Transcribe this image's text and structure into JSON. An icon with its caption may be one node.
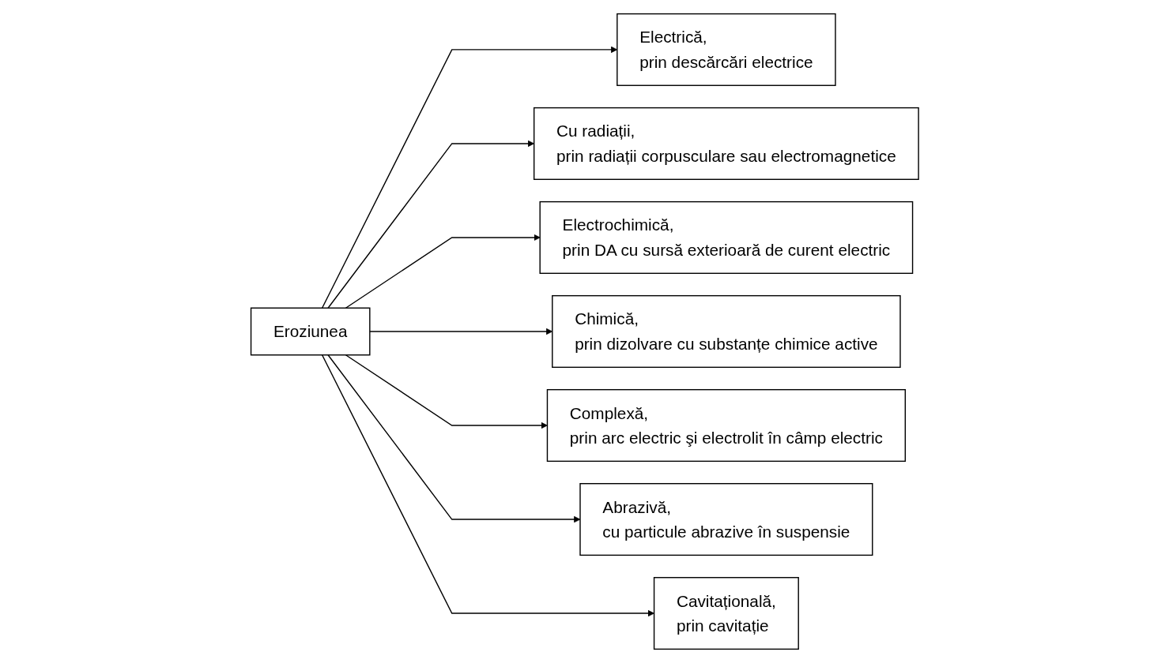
{
  "diagram": {
    "nodes": [
      {
        "text": [
          "Eroziunea"
        ]
      },
      {
        "text": [
          "Electrică,",
          "prin descărcări electrice"
        ]
      },
      {
        "text": [
          "Cu radiații,",
          "prin radiații corpusculare sau electromagnetice"
        ]
      },
      {
        "text": [
          "Electrochimică,",
          "prin DA cu sursă exterioară de curent electric"
        ]
      },
      {
        "text": [
          "Chimică,",
          "prin dizolvare cu substanțe chimice active"
        ]
      },
      {
        "text": [
          "Complexă,",
          "prin arc electric şi electrolit în câmp electric"
        ]
      },
      {
        "text": [
          "Abrazivă,",
          "cu particule abrazive în suspensie"
        ]
      },
      {
        "text": [
          "Cavitațională,",
          "prin cavitație"
        ]
      }
    ],
    "edges": [
      {
        "from": 0,
        "to": 1,
        "arrow": "to"
      },
      {
        "from": 0,
        "to": 2,
        "arrow": "to"
      },
      {
        "from": 0,
        "to": 3,
        "arrow": "to"
      },
      {
        "from": 0,
        "to": 4,
        "arrow": "to"
      },
      {
        "from": 0,
        "to": 5,
        "arrow": "to"
      },
      {
        "from": 0,
        "to": 6,
        "arrow": "to"
      },
      {
        "from": 0,
        "to": 7,
        "arrow": "to"
      }
    ]
  }
}
